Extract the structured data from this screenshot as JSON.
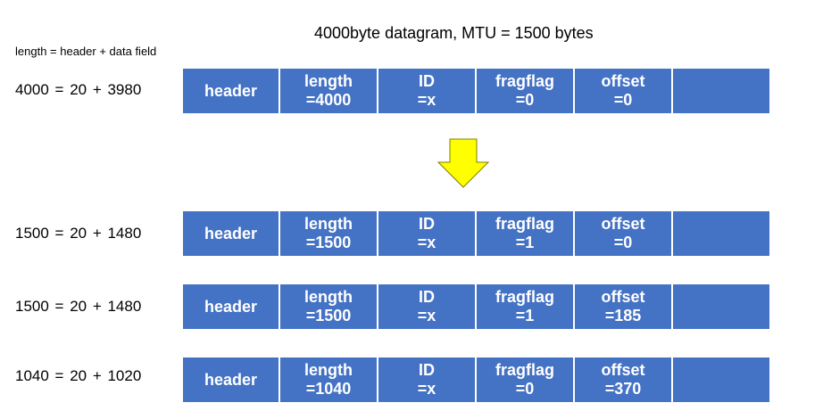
{
  "title": "4000byte datagram, MTU = 1500 bytes",
  "formula": "length = header + data field",
  "rows": [
    {
      "equation": "4000 = 20 + 3980",
      "header": "header",
      "length": [
        "length",
        "=4000"
      ],
      "id": [
        "ID",
        "=x"
      ],
      "fragflag": [
        "fragflag",
        "=0"
      ],
      "offset": [
        "offset",
        "=0"
      ]
    },
    {
      "equation": "1500 = 20 + 1480",
      "header": "header",
      "length": [
        "length",
        "=1500"
      ],
      "id": [
        "ID",
        "=x"
      ],
      "fragflag": [
        "fragflag",
        "=1"
      ],
      "offset": [
        "offset",
        "=0"
      ]
    },
    {
      "equation": "1500 = 20 + 1480",
      "header": "header",
      "length": [
        "length",
        "=1500"
      ],
      "id": [
        "ID",
        "=x"
      ],
      "fragflag": [
        "fragflag",
        "=1"
      ],
      "offset": [
        "offset",
        "=185"
      ]
    },
    {
      "equation": "1040 = 20 + 1020",
      "header": "header",
      "length": [
        "length",
        "=1040"
      ],
      "id": [
        "ID",
        "=x"
      ],
      "fragflag": [
        "fragflag",
        "=0"
      ],
      "offset": [
        "offset",
        "=370"
      ]
    }
  ],
  "colors": {
    "cell_fill": "#4472c4",
    "cell_text": "#ffffff",
    "arrow_fill": "#ffff00",
    "arrow_stroke": "#7f7f00"
  },
  "arrow_icon": "down-arrow-icon"
}
